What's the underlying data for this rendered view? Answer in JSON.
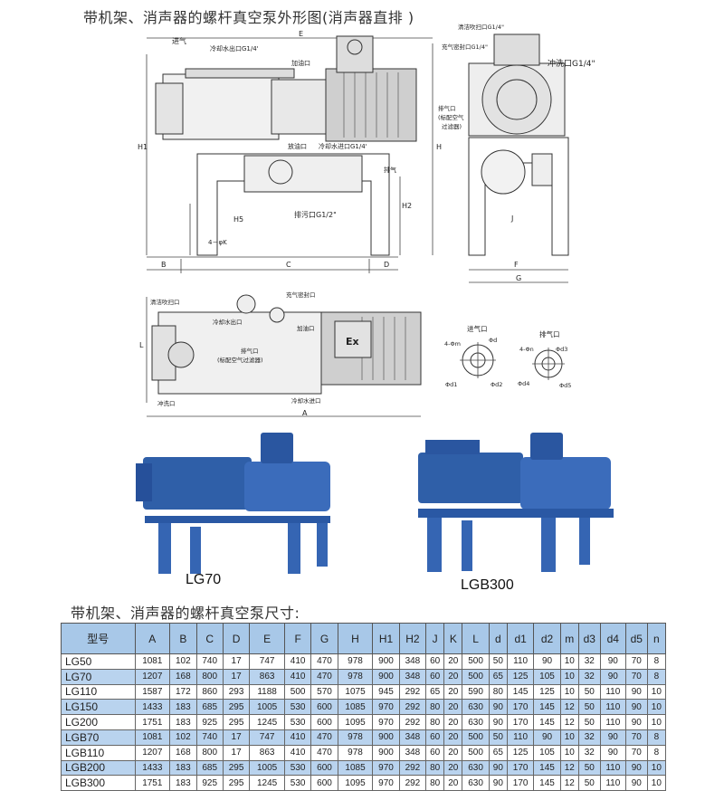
{
  "titles": {
    "main": "带机架、消声器的螺杆真空泵外形图(消声器直排 )",
    "table": "带机架、消声器的螺杆真空泵尺寸:"
  },
  "front_view": {
    "inlet": "进气",
    "cooling_out": "冷却水出口G1/4'",
    "filler": "加油口",
    "drain_oil": "放油口",
    "cooling_in": "冷却水进口G1/4'",
    "exhaust": "排气",
    "drain": "排污口G1/2\"",
    "bolt": "4－φK",
    "dims": [
      "E",
      "H1",
      "H",
      "H5",
      "H2",
      "B",
      "C",
      "D"
    ]
  },
  "side_view": {
    "purge": "清洁吹扫口G1/4\"",
    "n2_seal": "充气密封口G1/4\"",
    "flush": "冲洗口G1/4\"",
    "exhaust_port": "排气口",
    "filter_note_1": "(标配空气",
    "filter_note_2": "过滤器)",
    "dims": [
      "J",
      "F",
      "G"
    ]
  },
  "top_view": {
    "purge": "清洁吹扫口",
    "n2_seal": "充气密封口",
    "cooling_out": "冷却水出口",
    "filler": "加油口",
    "exhaust_port": "排气口",
    "filter_note": "(标配空气过滤器)",
    "flush": "冲洗口",
    "cooling_in": "冷却水进口",
    "ex_mark": "Ex",
    "dims": [
      "L",
      "A"
    ]
  },
  "flanges": {
    "inlet_title": "进气口",
    "outlet_title": "排气口",
    "inlet_labels": [
      "4-Φm",
      "Φd",
      "Φd1",
      "Φd2"
    ],
    "outlet_labels": [
      "4-Φn",
      "Φd3",
      "Φd4",
      "Φd5"
    ]
  },
  "photos": {
    "left_caption": "LG70",
    "right_caption": "LGB300"
  },
  "colors": {
    "pump_blue": "#2f5fa8",
    "header_blue": "#a8c8e8",
    "row_blue": "#b9d3ee"
  },
  "table": {
    "headers": [
      "型号",
      "A",
      "B",
      "C",
      "D",
      "E",
      "F",
      "G",
      "H",
      "H1",
      "H2",
      "J",
      "K",
      "L",
      "d",
      "d1",
      "d2",
      "m",
      "d3",
      "d4",
      "d5",
      "n"
    ],
    "rows": [
      [
        "LG50",
        "1081",
        "102",
        "740",
        "17",
        "747",
        "410",
        "470",
        "978",
        "900",
        "348",
        "60",
        "20",
        "500",
        "50",
        "110",
        "90",
        "10",
        "32",
        "90",
        "70",
        "8"
      ],
      [
        "LG70",
        "1207",
        "168",
        "800",
        "17",
        "863",
        "410",
        "470",
        "978",
        "900",
        "348",
        "60",
        "20",
        "500",
        "65",
        "125",
        "105",
        "10",
        "32",
        "90",
        "70",
        "8"
      ],
      [
        "LG110",
        "1587",
        "172",
        "860",
        "293",
        "1188",
        "500",
        "570",
        "1075",
        "945",
        "292",
        "65",
        "20",
        "590",
        "80",
        "145",
        "125",
        "10",
        "50",
        "110",
        "90",
        "10"
      ],
      [
        "LG150",
        "1433",
        "183",
        "685",
        "295",
        "1005",
        "530",
        "600",
        "1085",
        "970",
        "292",
        "80",
        "20",
        "630",
        "90",
        "170",
        "145",
        "12",
        "50",
        "110",
        "90",
        "10"
      ],
      [
        "LG200",
        "1751",
        "183",
        "925",
        "295",
        "1245",
        "530",
        "600",
        "1095",
        "970",
        "292",
        "80",
        "20",
        "630",
        "90",
        "170",
        "145",
        "12",
        "50",
        "110",
        "90",
        "10"
      ],
      [
        "LGB70",
        "1081",
        "102",
        "740",
        "17",
        "747",
        "410",
        "470",
        "978",
        "900",
        "348",
        "60",
        "20",
        "500",
        "50",
        "110",
        "90",
        "10",
        "32",
        "90",
        "70",
        "8"
      ],
      [
        "LGB110",
        "1207",
        "168",
        "800",
        "17",
        "863",
        "410",
        "470",
        "978",
        "900",
        "348",
        "60",
        "20",
        "500",
        "65",
        "125",
        "105",
        "10",
        "32",
        "90",
        "70",
        "8"
      ],
      [
        "LGB200",
        "1433",
        "183",
        "685",
        "295",
        "1005",
        "530",
        "600",
        "1085",
        "970",
        "292",
        "80",
        "20",
        "630",
        "90",
        "170",
        "145",
        "12",
        "50",
        "110",
        "90",
        "10"
      ],
      [
        "LGB300",
        "1751",
        "183",
        "925",
        "295",
        "1245",
        "530",
        "600",
        "1095",
        "970",
        "292",
        "80",
        "20",
        "630",
        "90",
        "170",
        "145",
        "12",
        "50",
        "110",
        "90",
        "10"
      ]
    ]
  }
}
